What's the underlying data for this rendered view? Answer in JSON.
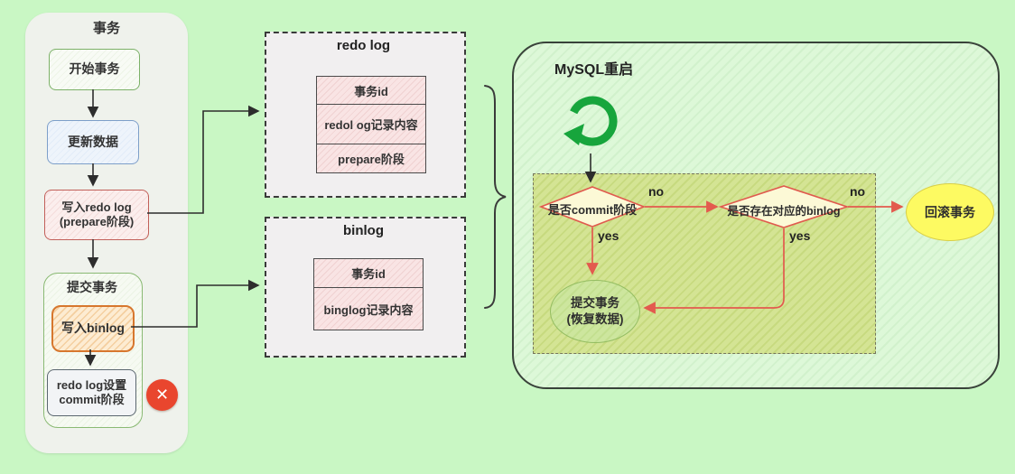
{
  "palette": {
    "page_bg": "#c9f7c4",
    "panel_bg": "#eff2ec",
    "green_border": "#7cb168",
    "blue_border": "#7d9fc9",
    "red_border": "#c2605a",
    "orange_border": "#d7772e",
    "gray_border": "#5b6770",
    "fail_red": "#e9462e",
    "flow_red": "#e35a4e",
    "restart_green": "#17a53c",
    "diamond_fill": "#fcf9d6",
    "rollback_yellow": "#fdfa62",
    "olive_zone": "#cbdd85"
  },
  "left_panel": {
    "title": "事务",
    "start": "开始事务",
    "update": "更新数据",
    "redo_line1": "写入redo log",
    "redo_line2": "(prepare阶段)",
    "commit_group": "提交事务",
    "binlog": "写入binlog",
    "commit_set_line1": "redo log设置",
    "commit_set_line2": "commit阶段",
    "fail_glyph": "✕"
  },
  "redo_box": {
    "title": "redo log",
    "rows": [
      "事务id",
      "redol og记录内容",
      "prepare阶段"
    ]
  },
  "binlog_box": {
    "title": "binlog",
    "rows": [
      "事务id",
      "binglog记录内容"
    ]
  },
  "restart": {
    "title": "MySQL重启",
    "diamond1": "是否commit阶段",
    "diamond2": "是否存在对应的binlog",
    "no1": "no",
    "no2": "no",
    "yes1": "yes",
    "yes2": "yes",
    "rollback": "回滚事务",
    "commit_line1": "提交事务",
    "commit_line2": "(恢复数据)"
  }
}
